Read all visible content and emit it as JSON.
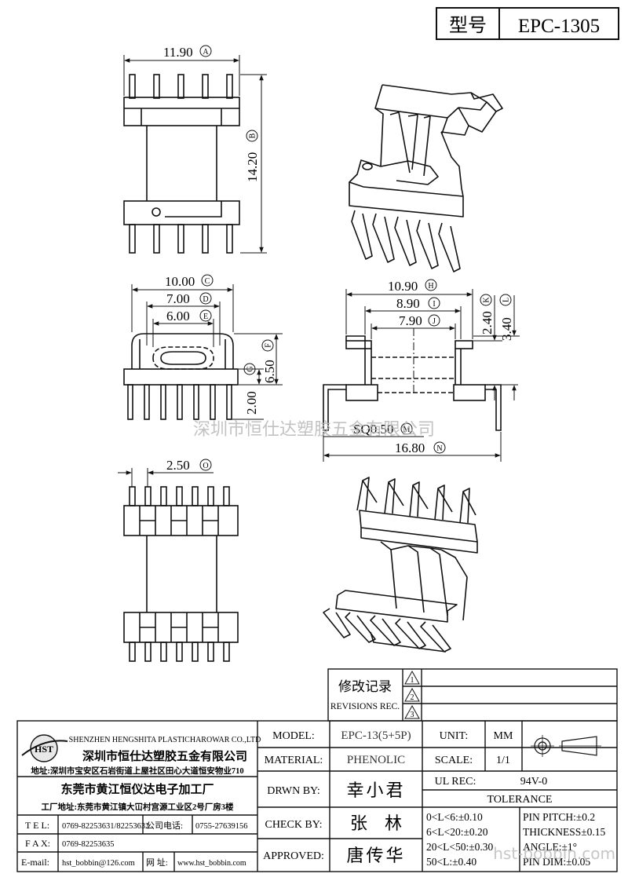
{
  "header": {
    "model_label": "型号",
    "model_value": "EPC-1305"
  },
  "dimensions": {
    "A": "11.90",
    "B": "14.20",
    "C": "10.00",
    "D": "7.00",
    "E": "6.00",
    "F": "6.50",
    "G": "2.00",
    "H": "10.90",
    "I": "8.90",
    "J": "7.90",
    "K": "2.40",
    "L": "3.40",
    "M": "SQ0.50",
    "N": "16.80",
    "O": "2.50"
  },
  "letters": {
    "A": "A",
    "B": "B",
    "C": "C",
    "D": "D",
    "E": "E",
    "F": "F",
    "G": "G",
    "H": "H",
    "I": "I",
    "J": "J",
    "K": "K",
    "L": "L",
    "M": "M",
    "N": "N",
    "O": "O"
  },
  "watermark": {
    "main": "深圳市恒仕达塑胶五金有限公司",
    "corner": "hst-bobbin.com"
  },
  "revisions": {
    "title_cn": "修改记录",
    "title_en": "REVISIONS REC.",
    "rows": [
      "1",
      "2",
      "3"
    ]
  },
  "company": {
    "logo": "HST",
    "name_en": "SHENZHEN HENGSHITA PLASTICHAROWAR CO.,LTD",
    "name_cn": "深圳市恒仕达塑胶五金有限公司",
    "address1": "地址:深圳市宝安区石岩街道上屋社区田心大道恒安物业710",
    "factory_cn": "东莞市黄江恒仪达电子加工厂",
    "address2": "工厂地址:东莞市黄江镇大冚村宫源工业区2号厂房3楼",
    "tel_label": "T E L:",
    "tel_value": "0769-82253631/82253632",
    "phone_label": "公司电话:",
    "phone_value": "0755-27639156",
    "fax_label": "F A X:",
    "fax_value": "0769-82253635",
    "email_label": "E-mail:",
    "email_value": "hst_bobbin@126.com",
    "web_label": "网 址:",
    "web_value": "www.hst_bobbin.com"
  },
  "info": {
    "model_label": "MODEL:",
    "model_value": "EPC-13(5+5P)",
    "material_label": "MATERIAL:",
    "material_value": "PHENOLIC",
    "drawn_label": "DRWN BY:",
    "drawn_value": "幸小君",
    "check_label": "CHECK BY:",
    "check_value": "张　林",
    "approved_label": "APPROVED:",
    "approved_value": "唐传华",
    "unit_label": "UNIT:",
    "unit_value": "MM",
    "scale_label": "SCALE:",
    "scale_value": "1/1",
    "ul_label": "UL REC:",
    "ul_value": "94V-0",
    "tolerance_title": "TOLERANCE",
    "tol_left": [
      "0<L<6:±0.10",
      "6<L<20:±0.20",
      "20<L<50:±0.30",
      "50<L:±0.40"
    ],
    "tol_right": [
      "PIN PITCH:±0.2",
      "THICKNESS±0.15",
      "ANGLE:±1°",
      "PIN DIM:±0.05"
    ]
  }
}
